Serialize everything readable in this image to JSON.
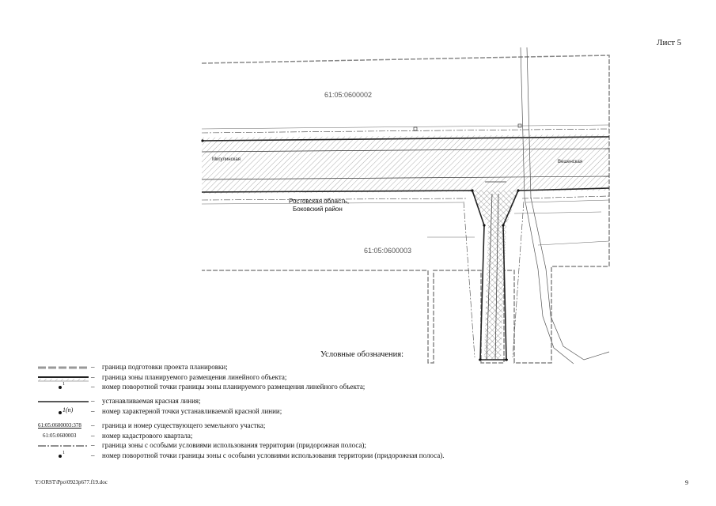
{
  "sheet_label": "Лист 5",
  "footer_path": "Y:\\ORST\\Ppo\\0923p677.f19.doc",
  "page_number": "9",
  "map": {
    "quarter_top": "61:05:0600002",
    "quarter_bottom": "61:05:0600003",
    "region_line1": "Ростовская область,",
    "region_line2": "Боковский район",
    "road_left": "Мигулинская",
    "road_right": "Вешенская"
  },
  "legend": {
    "title": "Условные обозначения:",
    "dash": "–",
    "items": [
      {
        "symbol": "",
        "text": "граница подготовки проекта планировки;"
      },
      {
        "symbol": "",
        "text": "граница зоны планируемого размещения линейного объекта;"
      },
      {
        "symbol": "1",
        "text": "номер поворотной точки границы зоны планируемого размещения линейного объекта;"
      },
      {
        "symbol": "",
        "text": "устанавливаемая красная линия;"
      },
      {
        "symbol": "1(n)",
        "text": "номер характерной точки устанавливаемой красной линии;"
      },
      {
        "symbol": "61:05:0600003:378",
        "text": "граница и номер существующего земельного участка;"
      },
      {
        "symbol": "61:05:0600003",
        "text": "номер кадастрового квартала;"
      },
      {
        "symbol": "",
        "text": "граница зоны с особыми условиями использования территории (придорожная полоса);"
      },
      {
        "symbol": "1",
        "text": "номер поворотной точки границы зоны с особыми условиями использования территории (придорожная полоса)."
      }
    ]
  }
}
